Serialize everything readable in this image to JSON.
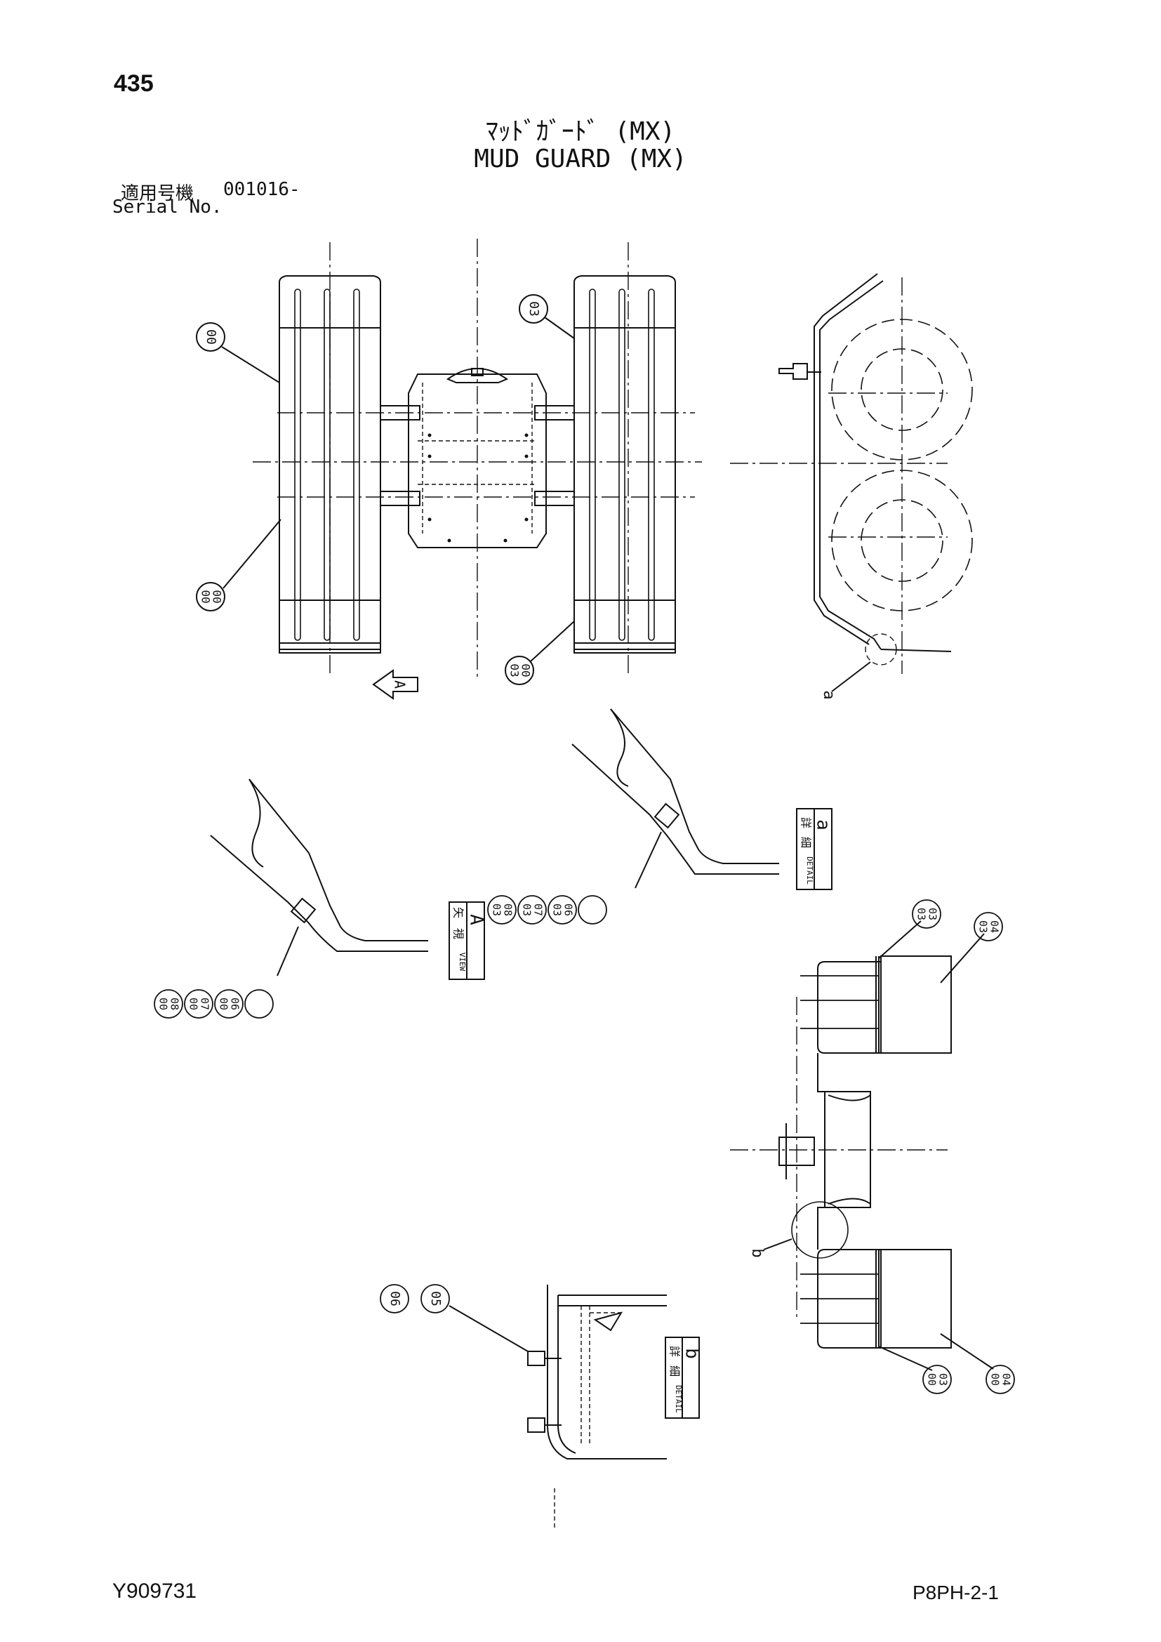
{
  "page": {
    "number": "435",
    "title_jp": "ﾏｯﾄﾞｶﾞｰﾄﾞ (MX)",
    "title_en": "MUD GUARD (MX)",
    "serial_label_jp": "適用号機",
    "serial_value": "001016-",
    "serial_label_en": "Serial No.",
    "doc_code": "Y909731",
    "page_code": "P8PH-2-1"
  },
  "callouts": {
    "top_left_upper": [
      "00"
    ],
    "top_left_lower": [
      "00",
      "00"
    ],
    "top_right_upper": [
      "03"
    ],
    "top_right_lower": [
      "03",
      "00"
    ],
    "view_a_parts": [
      [
        "00",
        "08"
      ],
      [
        "00",
        "07"
      ],
      [
        "00",
        "06"
      ]
    ],
    "detail_a_parts": [
      [
        "03",
        "08"
      ],
      [
        "03",
        "07"
      ],
      [
        "03",
        "06"
      ]
    ],
    "right_top_1": [
      "03",
      "03"
    ],
    "right_top_2": [
      "03",
      "04"
    ],
    "right_bottom_1": [
      "00",
      "03"
    ],
    "right_bottom_2": [
      "00",
      "04"
    ],
    "detail_b_parts": [
      [
        "06"
      ],
      [
        "05"
      ]
    ]
  },
  "labels": {
    "view_arrow": "A",
    "detail_a_marker": "a",
    "detail_b_marker": "b",
    "view_a_box": {
      "jp1": "矢",
      "jp2": "視",
      "en": "VIEW",
      "letter": "A"
    },
    "detail_a_box": {
      "jp1": "詳",
      "jp2": "細",
      "en": "DETAIL",
      "letter": "a"
    },
    "detail_b_box": {
      "jp1": "詳",
      "jp2": "細",
      "en": "DETAIL",
      "letter": "b"
    }
  }
}
